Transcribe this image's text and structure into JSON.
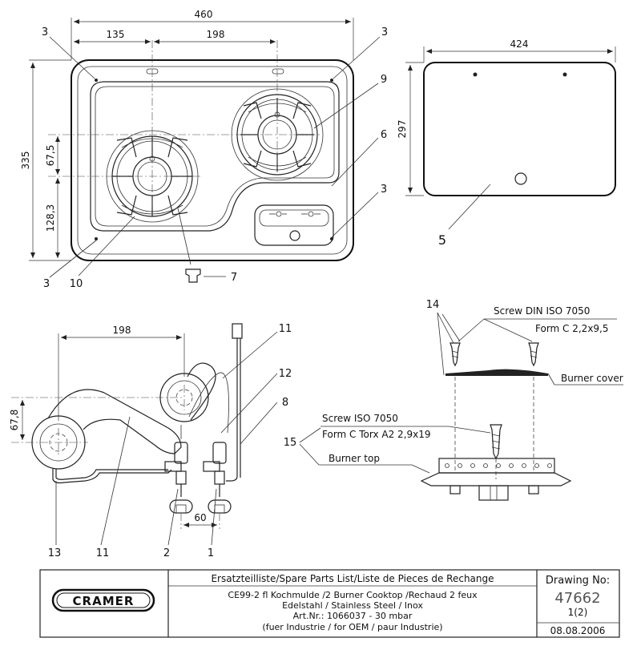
{
  "cooktop_top_view": {
    "dims": {
      "overall_width": "460",
      "burner_left_offset": "135",
      "burner_spacing": "198",
      "overall_depth": "335",
      "burner_y_offset": "67,5",
      "burner_y_from_bottom": "128,3"
    },
    "callouts": {
      "corner_top_left": "3",
      "corner_top_right": "3",
      "corner_bottom_left": "3",
      "corner_bottom_right": "3",
      "burner_ring": "9",
      "knob_panel": "6",
      "front_burner": "10",
      "knob_part": "7"
    }
  },
  "cover_view": {
    "width": "424",
    "depth": "297",
    "callout": "5"
  },
  "gas_layout": {
    "dims": {
      "burner_spacing": "198",
      "offset": "67,8",
      "valve_spacing": "60"
    },
    "callouts": {
      "pipe_top": "11",
      "thermocouple": "12",
      "gas_pipe": "8",
      "rear_tube": "13",
      "lower_tube": "11",
      "valve_2": "2",
      "valve_1": "1"
    }
  },
  "burner_assembly": {
    "cover_screw_callout": "14",
    "cover_screw_spec_1": "Screw DIN ISO 7050",
    "cover_screw_spec_2": "Form C 2,2x9,5",
    "burner_cover_label": "Burner cover",
    "top_screw_spec_1": "Screw ISO 7050",
    "top_screw_spec_2": "Form C Torx A2 2,9x19",
    "top_screw_callout": "15",
    "burner_top_label": "Burner top"
  },
  "title_block": {
    "logo": "CRAMER",
    "heading": "Ersatzteilliste/Spare Parts List/Liste de Pieces de Rechange",
    "line1": "CE99-2 fl Kochmulde /2 Burner Cooktop /Rechaud 2 feux",
    "line2": "Edelstahl / Stainless Steel / Inox",
    "line3": "Art.Nr.: 1066037 - 30 mbar",
    "line4": "(fuer Industrie / for OEM / paur Industrie)",
    "drawing_no_label": "Drawing No:",
    "drawing_no": "47662",
    "sheet": "1(2)",
    "date": "08.08.2006"
  }
}
